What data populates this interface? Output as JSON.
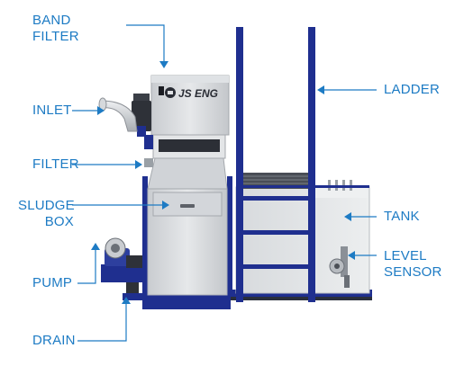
{
  "labels": {
    "band_filter": [
      "BAND",
      "FILTER"
    ],
    "inlet": "INLET",
    "filter": "FILTER",
    "sludge_box": [
      "SLUDGE",
      "BOX"
    ],
    "pump": "PUMP",
    "drain": "DRAIN",
    "ladder": "LADDER",
    "tank": "TANK",
    "level_sensor": [
      "LEVEL",
      "SENSOR"
    ]
  },
  "brand_logo_text": "JS ENG",
  "colors": {
    "label": "#1d7bc4",
    "frame_blue": "#1f2f8f",
    "panel_grey": "#d9dcdf",
    "tank_grey": "#e4e6e8"
  }
}
